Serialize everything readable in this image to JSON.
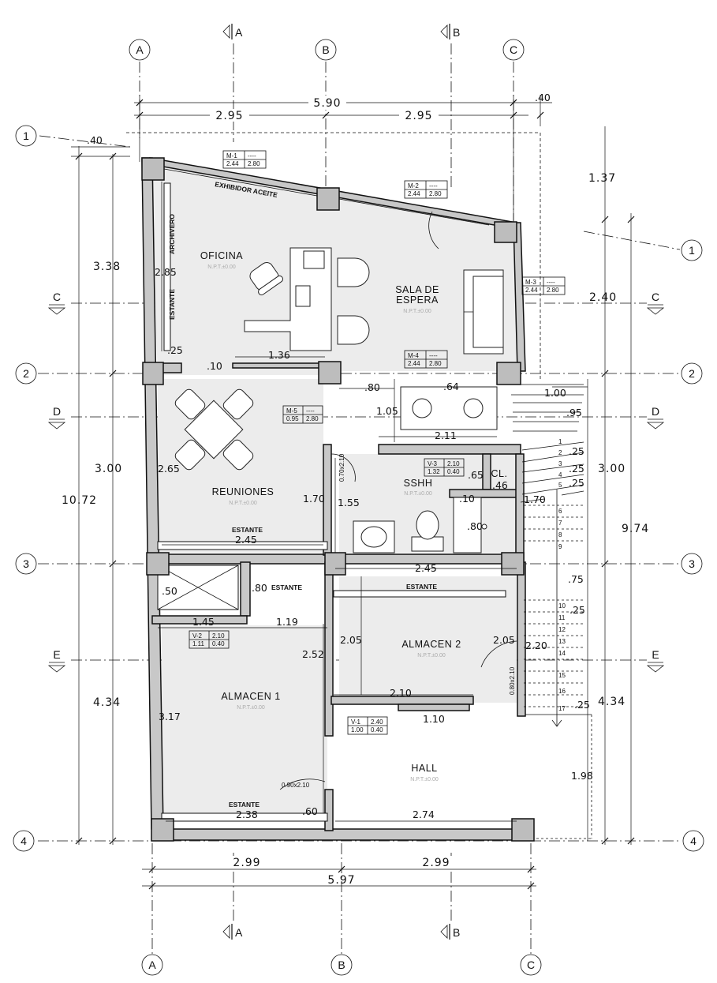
{
  "grid": {
    "letters": [
      "A",
      "B",
      "C"
    ],
    "numbers": [
      "1",
      "2",
      "3",
      "4"
    ],
    "sections": [
      "C",
      "D",
      "E"
    ],
    "cuts": [
      "A",
      "B"
    ]
  },
  "rooms": {
    "oficina": {
      "name": "OFICINA",
      "npt": "N.P.T.±0.00"
    },
    "sala": {
      "name1": "SALA DE",
      "name2": "ESPERA",
      "npt": "N.P.T.±0.00"
    },
    "reuniones": {
      "name": "REUNIONES",
      "npt": "N.P.T.±0.00"
    },
    "sshh": {
      "name": "SSHH",
      "npt": "N.P.T.±0.00"
    },
    "cl": {
      "name": "CL."
    },
    "almacen1": {
      "name": "ALMACEN 1",
      "npt": "N.P.T.±0.00"
    },
    "almacen2": {
      "name": "ALMACEN 2",
      "npt": "N.P.T.±0.00"
    },
    "hall": {
      "name": "HALL",
      "npt": "N.P.T.±0.00"
    }
  },
  "labels": {
    "exhibidor": "EXHIBIDOR ACEITE",
    "archivero": "ARCHIVERO",
    "estante": "ESTANTE",
    "door1": "0.90x2.10",
    "door2": "0.80x2.10",
    "door3": "0.70x2.10"
  },
  "windows": [
    {
      "code": "M-1",
      "dash": "----",
      "w": "2.44",
      "h": "2.80"
    },
    {
      "code": "M-2",
      "dash": "----",
      "w": "2.44",
      "h": "2.80"
    },
    {
      "code": "M-3",
      "dash": "----",
      "w": "2.44",
      "h": "2.80"
    },
    {
      "code": "M-4",
      "dash": "----",
      "w": "2.44",
      "h": "2.80"
    },
    {
      "code": "M-5",
      "dash": "----",
      "w": "0.95",
      "h": "2.80"
    },
    {
      "code": "V-3",
      "dash": "2.10",
      "w": "1.32",
      "h": "0.40"
    },
    {
      "code": "V-2",
      "dash": "2.10",
      "w": "1.11",
      "h": "0.40"
    },
    {
      "code": "V-1",
      "dash": "2.40",
      "w": "1.00",
      "h": "0.40"
    }
  ],
  "dims": {
    "top_total": "5.90",
    "top_left": "2.95",
    "top_right": "2.95",
    "top_offset": ".40",
    "left_offset": ".40",
    "bottom_left": "2.99",
    "bottom_right": "2.99",
    "bottom_total": "5.97",
    "left_total": "10.72",
    "left_a": "3.38",
    "left_b": "3.00",
    "left_c": "4.34",
    "right_total": "9.74",
    "right_a": "1.37",
    "right_b": "2.40",
    "right_c": "3.00",
    "right_d": "4.34",
    "d285": "2.85",
    "d25": ".25",
    "d136": "1.36",
    "d10": ".10",
    "d80": ".80",
    "d64": ".64",
    "d105": "1.05",
    "d211": "2.11",
    "d100": "1.00",
    "d95": ".95",
    "d25b": ".25",
    "d25c": ".25",
    "d25d": ".25",
    "d265": "2.65",
    "d170": "1.70",
    "d155": "1.55",
    "d65": ".65",
    "d46": ".46",
    "d10b": ".10",
    "d80b": ".80",
    "d170b": "1.70",
    "d245": "2.45",
    "d245b": "2.45",
    "d50": ".50",
    "d80c": ".80",
    "d145": "1.45",
    "d119": "1.19",
    "d75": ".75",
    "d25e": ".25",
    "d252": "2.52",
    "d205": "2.05",
    "d205b": "2.05",
    "d220": "2.20",
    "d317": "3.17",
    "d210": "2.10",
    "d110": "1.10",
    "d25f": ".25",
    "d198": "1.98",
    "d238": "2.38",
    "d60": ".60",
    "d274": "2.74"
  },
  "stairs": [
    "1",
    "2",
    "3",
    "4",
    "5",
    "6",
    "7",
    "8",
    "9",
    "10",
    "11",
    "12",
    "13",
    "14",
    "15",
    "16",
    "17"
  ]
}
